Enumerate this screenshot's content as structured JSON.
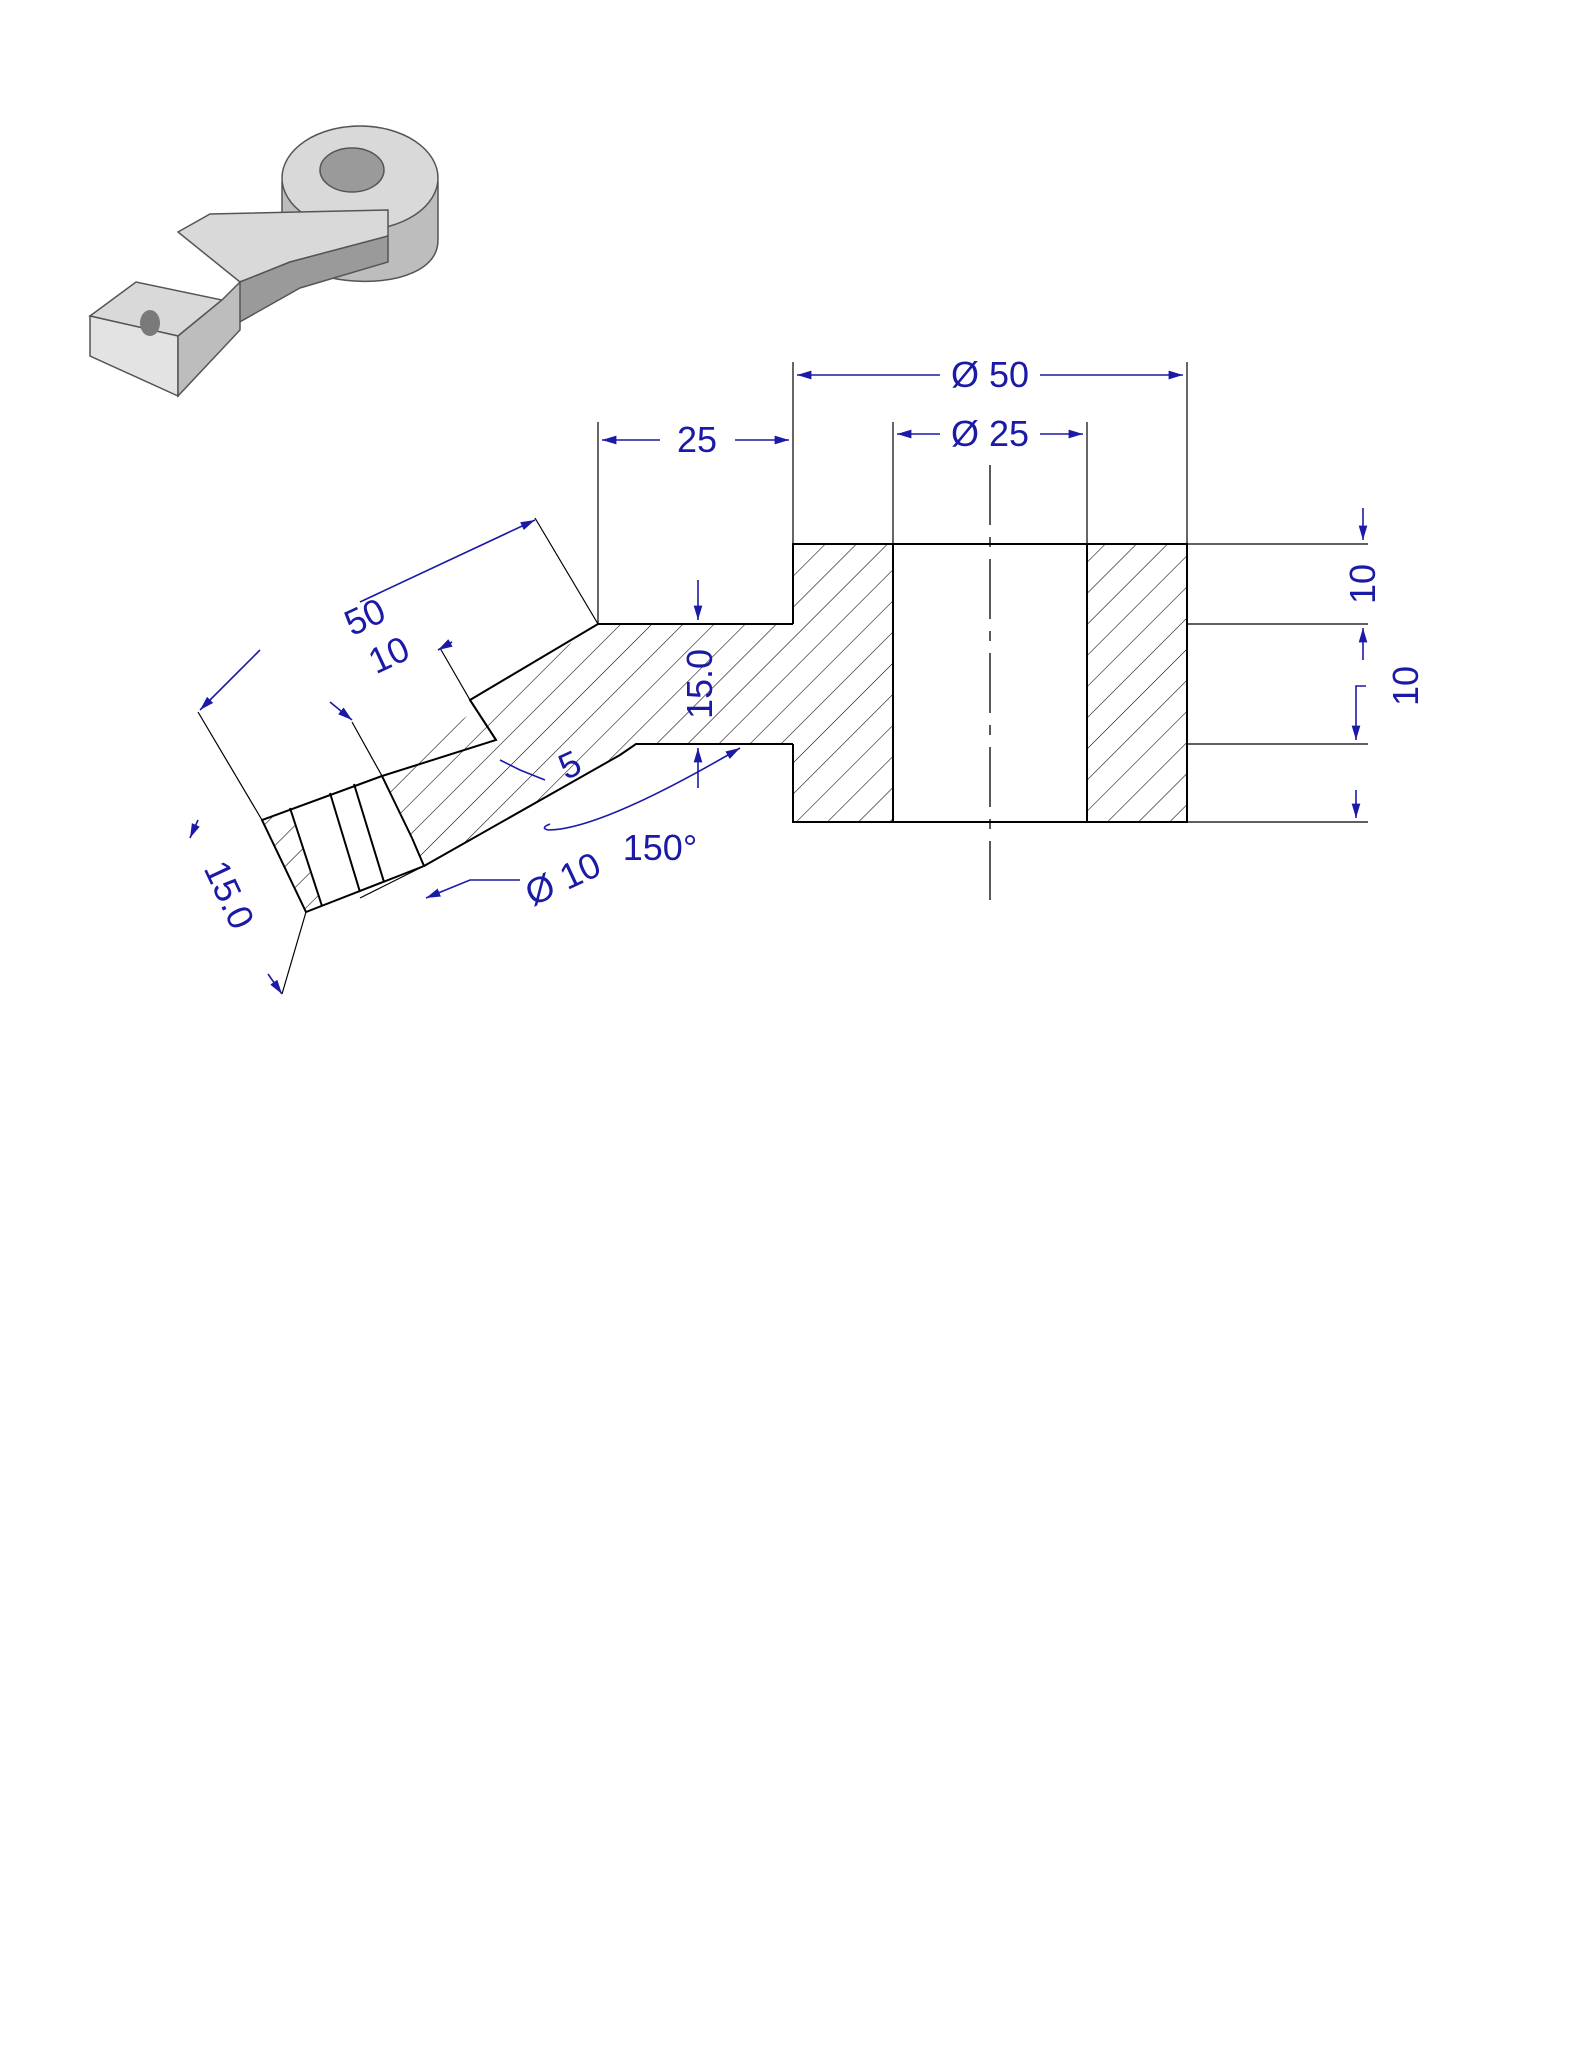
{
  "drawing": {
    "dimensions": {
      "overall_diameter": "Ø 50",
      "bore_diameter": "Ø 25",
      "arm_offset": "25",
      "arm_length": "50",
      "slot_width": "10",
      "arm_thickness": "15.0",
      "fillet_step": "5",
      "hole_diameter": "Ø 10",
      "bend_angle": "150°",
      "end_thickness": "15.0",
      "hub_top_height": "10",
      "hub_step_height": "10"
    },
    "colors": {
      "dimension": "#1a1aa6",
      "object_line": "#000000",
      "iso_light": "#d9d9d9",
      "iso_mid": "#bdbdbd",
      "iso_dark": "#9a9a9a"
    }
  }
}
